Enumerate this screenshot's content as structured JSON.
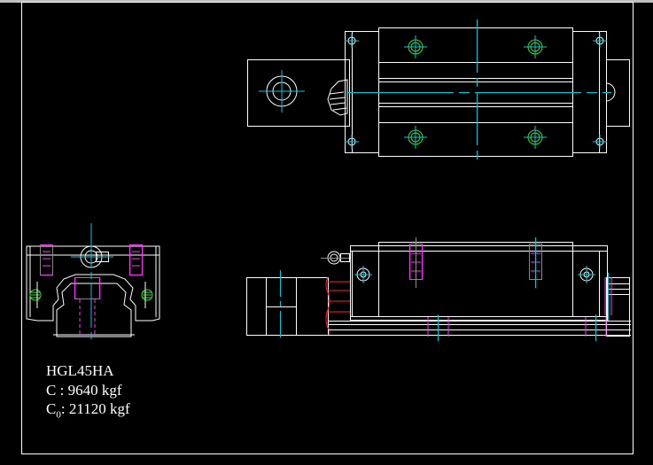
{
  "window": {
    "background": "#000000"
  },
  "colors": {
    "outline": "#ffffff",
    "centerline": "#00c8d8",
    "hidden": "#ff33ff",
    "bolt": "#33dd33",
    "section": "#ff2222",
    "titlebar": "#c0c0c0"
  },
  "model": {
    "name": "HGL45HA",
    "c_label": "C",
    "c_separator": ":",
    "c_value": "9640 kgf",
    "c0_label": "C",
    "c0_subscript": "0",
    "c0_separator": ":",
    "c0_value": "21120 kgf"
  }
}
